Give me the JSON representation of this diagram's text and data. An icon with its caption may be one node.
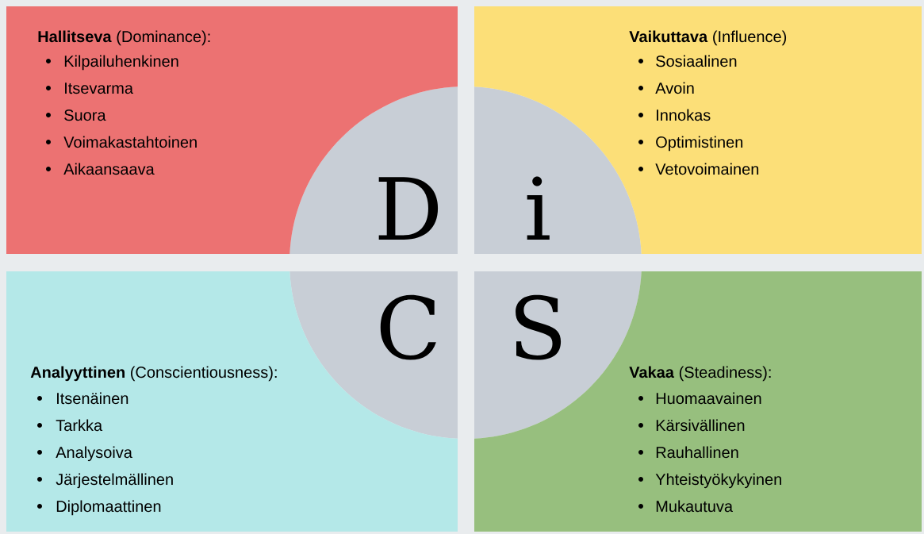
{
  "diagram": {
    "nodes": [
      {
        "text": [
          "**Hallitseva** (Dominance):",
          "Kilpailuhenkinen",
          "Itsevarma",
          "Suora",
          "Voimakastahtoinen",
          "Aikaansaava"
        ]
      },
      {
        "text": [
          "**Vaikuttava** (Influence)",
          "Sosiaalinen",
          "Avoin",
          "Innokas",
          "Optimistinen",
          "Vetovoimainen"
        ]
      },
      {
        "text": [
          "**Analyyttinen** (Conscientiousness):",
          "Itsenäinen",
          "Tarkka",
          "Analysoiva",
          "Järjestelmällinen",
          "Diplomaattinen"
        ]
      },
      {
        "text": [
          "**Vakaa** (Steadiness):",
          "Huomaavainen",
          "Kärsivällinen",
          "Rauhallinen",
          "Yhteistyökykyinen",
          "Mukautuva"
        ]
      },
      {
        "text": [
          "D"
        ]
      },
      {
        "text": [
          "i"
        ]
      },
      {
        "text": [
          "C"
        ]
      },
      {
        "text": [
          "S"
        ]
      }
    ]
  }
}
